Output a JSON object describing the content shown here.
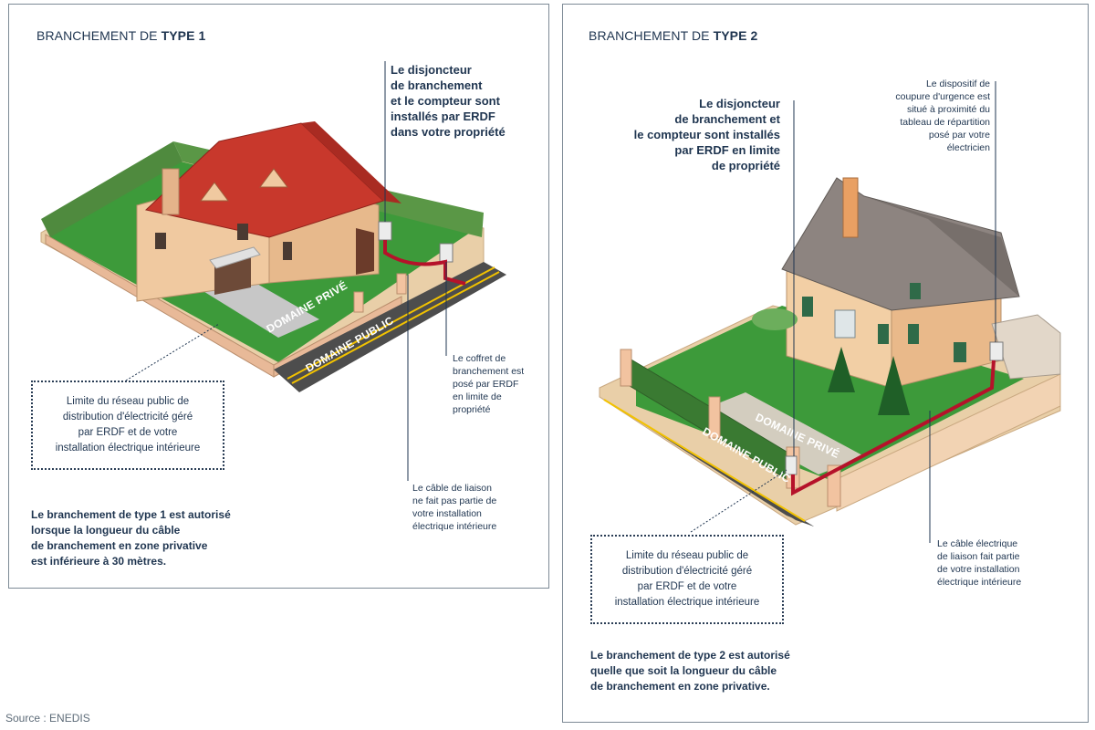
{
  "type1": {
    "title_prefix": "BRANCHEMENT DE ",
    "title_bold": "TYPE 1",
    "lead": "Le disjoncteur\nde branchement\net le compteur sont\ninstallés par ERDF\ndans votre propriété",
    "coffret_note": "Le coffret de\nbranchement est\nposé par ERDF\nen limite de\npropriété",
    "cable_note": "Le câble de liaison\nne fait pas partie de\nvotre installation\nélectrique intérieure",
    "limit_box": "Limite du réseau public de\ndistribution d'électricité géré\npar ERDF et de votre\ninstallation électrique intérieure",
    "footer": "Le branchement de type 1 est autorisé\nlorsque la longueur du câble\nde branchement en zone privative\nest inférieure à 30 mètres.",
    "private_label": "DOMAINE PRIVÉ",
    "public_label": "DOMAINE PUBLIC"
  },
  "type2": {
    "title_prefix": "BRANCHEMENT DE ",
    "title_bold": "TYPE 2",
    "lead": "Le disjoncteur\nde branchement et\nle compteur sont installés\npar ERDF en limite\nde propriété",
    "dispositif_note": "Le dispositif de\ncoupure d'urgence  est\nsitué à proximité du\ntableau de répartition\nposé par votre\nélectricien",
    "cable_note": "Le câble électrique\nde liaison fait partie\nde votre installation\nélectrique intérieure",
    "limit_box": "Limite du réseau public de\ndistribution d'électricité géré\npar ERDF et de votre\ninstallation électrique intérieure",
    "footer": "Le branchement de type 2 est autorisé\nquelle que soit la longueur du câble\nde branchement en zone privative.",
    "private_label": "DOMAINE PRIVÉ",
    "public_label": "DOMAINE PUBLIC"
  },
  "source": "Source : ENEDIS",
  "colors": {
    "text": "#1f3550",
    "roof_red": "#c8382c",
    "roof_grey": "#8d8480",
    "wall": "#f0c9a0",
    "lawn": "#3d9a3a",
    "hedge": "#4f8a3e",
    "road": "#4d4d4d",
    "road_line": "#f2c200",
    "cable": "#b5122a"
  }
}
